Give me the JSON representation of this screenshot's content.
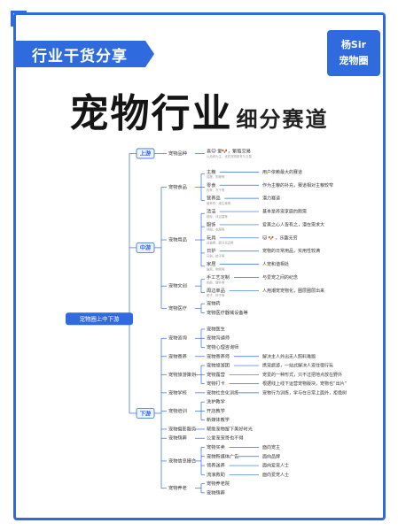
{
  "header": {
    "tag_label": "行业干货分享",
    "author_name": "杨Sir",
    "author_sub": "宠物圈"
  },
  "title": {
    "main": "宠物行业",
    "sub": "细分赛道"
  },
  "mindmap": {
    "root": "宠物圈上中下游",
    "tiers": [
      {
        "label": "上游",
        "cats": [
          {
            "label": "宠物品种",
            "items": [
              {
                "label": "喜🐱 爱🐶，繁殖交易",
                "sub": "以品种为主，优质宠物繁育与交易"
              }
            ]
          }
        ]
      },
      {
        "label": "中游",
        "cats": [
          {
            "label": "宠物食品",
            "items": [
              {
                "label": "主粮",
                "sub": "猫粮、狗粮等",
                "note": "用户依赖最大的赛道"
              },
              {
                "label": "零食",
                "sub": "肉条、冻干等",
                "note": "作为主粮的补充，赛道相对主粮较窄"
              },
              {
                "label": "营养品",
                "sub": "营养膏、维生素等",
                "note": "潜力赛道"
              }
            ]
          },
          {
            "label": "宠物用品",
            "items": [
              {
                "label": "清洁",
                "sub": "猫砂、沐浴露等",
                "note": "基本是养宠家庭的刚需"
              },
              {
                "label": "服饰",
                "sub": "项圈、衣服等",
                "note": "爱美之心人皆有之，潜在需求大"
              },
              {
                "label": "玩具",
                "sub": "逗猫棒、磨牙玩具等",
                "note": "🐱 🐶 ，乐趣无穷"
              },
              {
                "label": "日护",
                "sub": "牙刷、梳子等",
                "note": "宠物的日常用品，实用性较满"
              },
              {
                "label": "家居",
                "sub": "猫窝、狗窝等",
                "note": "人宠和谐相处"
              }
            ]
          },
          {
            "label": "宠物文创",
            "items": [
              {
                "label": "手工艺定制",
                "sub": "相册、摆件等",
                "note": "与爱宠之间的纪念"
              },
              {
                "label": "周边单品",
                "sub": "帽子、杯子等",
                "note": "人用潮宠宠物化，圈层圈层出来"
              }
            ]
          },
          {
            "label": "宠物医疗",
            "items": [
              {
                "label": "宠物药",
                "sub": ""
              },
              {
                "label": "宠物医疗器械设备等",
                "sub": ""
              }
            ]
          }
        ]
      },
      {
        "label": "下游",
        "cats": [
          {
            "label": "宠物咨询",
            "items": [
              {
                "label": "宠物医生",
                "sub": ""
              },
              {
                "label": "宠物沟通师",
                "sub": ""
              },
              {
                "label": "宠物心理咨询师",
                "sub": ""
              }
            ]
          },
          {
            "label": "宠物寄养",
            "items": [
              {
                "label": "宠物寄养师",
                "sub": "",
                "note": "解决主人外出无人照料难题"
              }
            ]
          },
          {
            "label": "宠物旅游策划",
            "items": [
              {
                "label": "宠物旅游团",
                "sub": "",
                "note": "携宠旅游，一站式解决人宠住宿行玩"
              },
              {
                "label": "宠物露营",
                "sub": "",
                "note": "宠爱的一种形式，只不过把地点放在野外"
              },
              {
                "label": "宠物打卡",
                "sub": "",
                "note": "根据线上线下运营宠物版块，宠物也“出片”"
              }
            ]
          },
          {
            "label": "宠物学校",
            "items": [
              {
                "label": "宠物社会化训练",
                "sub": "",
                "note": "宠物行为训练，学与在日常上面外，拒绝树"
              }
            ]
          },
          {
            "label": "宠物培训",
            "items": [
              {
                "label": "洗护教学",
                "sub": ""
              },
              {
                "label": "开店教学",
                "sub": ""
              },
              {
                "label": "新媒体教学",
                "sub": ""
              }
            ]
          },
          {
            "label": "宠物摄影服务",
            "items": [
              {
                "label": "帮助宠物留下美好时光",
                "sub": ""
              }
            ]
          },
          {
            "label": "宠物殡葬",
            "items": [
              {
                "label": "公爱宠宠哥也不得",
                "sub": ""
              }
            ]
          },
          {
            "label": "宠物信息撮合",
            "items": [
              {
                "label": "宠物买卖",
                "sub": "",
                "note": "面向宠主"
              },
              {
                "label": "宠物新媒体广告",
                "sub": "",
                "note": "面向品牌"
              },
              {
                "label": "领养送养",
                "sub": "",
                "note": "面向爱宠人士"
              },
              {
                "label": "流浪救助",
                "sub": "",
                "note": "面向爱宠人士"
              }
            ]
          },
          {
            "label": "宠物养老",
            "items": [
              {
                "label": "宠物养老院",
                "sub": ""
              },
              {
                "label": "宠物殡葬",
                "sub": ""
              }
            ]
          }
        ]
      }
    ]
  },
  "colors": {
    "accent": "#2f6bde",
    "tier_fill": "#eef4ff",
    "text": "#333333",
    "sub_text": "#9a9a9a"
  }
}
